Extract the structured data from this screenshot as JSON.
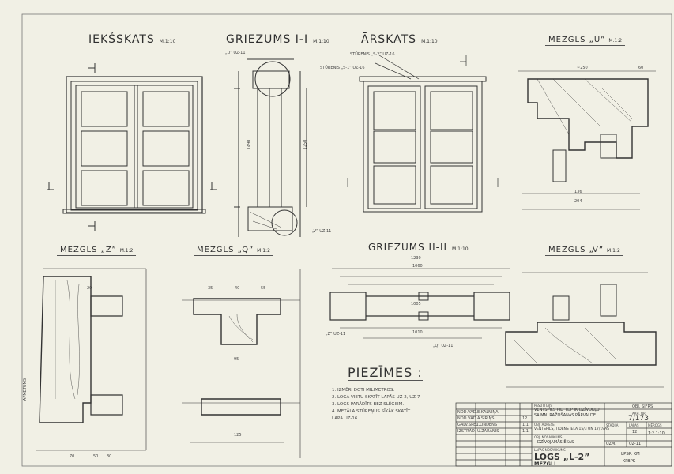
{
  "titles": {
    "inside_view": "IEKŠSKATS",
    "inside_scale": "M.1:10",
    "section1": "GRIEZUMS I-I",
    "section1_scale": "M.1:10",
    "outside_view": "ĀRSKATS",
    "outside_scale": "M.1:10",
    "node_u": "MEZGLS „U”",
    "node_u_scale": "M.1:2",
    "node_z": "MEZGLS „Z”",
    "node_z_scale": "M.1:2",
    "node_q": "MEZGLS „Q”",
    "node_q_scale": "M.1:2",
    "section2": "GRIEZUMS II-II",
    "section2_scale": "M.1:10",
    "node_v": "MEZGLS „V”",
    "node_v_scale": "M.1:2"
  },
  "callouts": {
    "s2": "STŪRENIS „S-2” UZ-16",
    "s1": "STŪRENIS „S-1” UZ-16",
    "u": "„U” UZ-11",
    "v": "„V” UZ-11",
    "z": "„Z” UZ-11",
    "q": "„Q” UZ-11",
    "seal": "APMETUMS"
  },
  "dims": {
    "d1230": "1230",
    "d1060": "1060",
    "d1005": "1005",
    "d1010": "1010",
    "d1490": "1490",
    "d1250": "1250",
    "d250": "~250",
    "d136": "136",
    "d204": "204",
    "d125": "125",
    "d95": "95",
    "d70": "70",
    "d30": "30",
    "d50": "50",
    "d35": "35",
    "d40": "40",
    "d55": "55",
    "d20": "20",
    "d60": "60"
  },
  "notes": {
    "heading": "PIEZĪMES :",
    "items": [
      "1. IZMĒRI DOTI MILIMETROS.",
      "2. LOGA VIETU SKATĪT LAPĀS UZ-2, UZ-7",
      "3. LOGS PARĀDĪTS BEZ SLĒGIEM.",
      "4. METĀLA STŪREŅUS SĪKĀK SKATĪT",
      "   LAPĀ UZ-16"
    ]
  },
  "title_block": {
    "roles": [
      {
        "role": "NOD.VAD.",
        "name": "E.KALNIŅA"
      },
      {
        "role": "NOD.VAD.",
        "name": "A.SIRIŅŠ"
      },
      {
        "role": "GALV.SPEC.",
        "name": "I.LINDENS"
      },
      {
        "role": "IZSTRĀD.",
        "name": "U.ZARĀNIS"
      }
    ],
    "dates": [
      "",
      "12",
      "1.1.",
      "1.1."
    ],
    "client_label": "PASŪTĪTĀJS",
    "client": "VENTSPILS PIL. TDP IK DZĪVOKĻU SAIMN. RAŽOŠANAS PĀRVALDE",
    "address_label": "OBJ. ADRESE",
    "address": "VENTSPILS, TĪDENS IELA 15/3 UN 17/19AS",
    "object_label": "OBJ. NOSAUKUMS",
    "object": "DZĪVOJAMĀS ĒKAS",
    "sheet_label": "LAPAS NOSAUKUMS",
    "sheet_title": "LOGS „L-2”",
    "sheet_sub": "MEZGLI",
    "project_no_label": "OBJ. ŠIFRS",
    "archive_label": "ARH. NR.",
    "archive": "7/173",
    "stage_label": "STADIJA",
    "stage": "UZM.",
    "sheet_no_label": "LAPAS",
    "sheet_no": "UZ-11",
    "scale_label": "MĒROGS",
    "scale": "1:2 1:10",
    "of": "12",
    "org": "LPSR KM",
    "org2": "KPBPK"
  }
}
